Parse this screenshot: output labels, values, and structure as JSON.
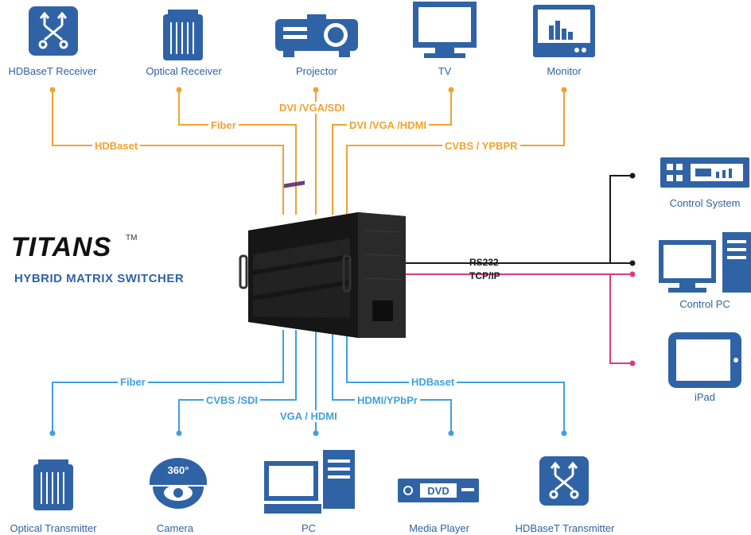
{
  "brand": {
    "name": "TITANS",
    "trademark": "TM",
    "subtitle": "HYBRID  MATRIX SWITCHER"
  },
  "devices_top": [
    {
      "label": "HDBaseT Receiver",
      "icon": "hdbaset-receiver-icon"
    },
    {
      "label": "Optical Receiver",
      "icon": "optical-receiver-icon"
    },
    {
      "label": "Projector",
      "icon": "projector-icon"
    },
    {
      "label": "TV",
      "icon": "tv-icon"
    },
    {
      "label": "Monitor",
      "icon": "monitor-icon"
    }
  ],
  "devices_bottom": [
    {
      "label": "Optical Transmitter",
      "icon": "optical-transmitter-icon"
    },
    {
      "label": "Camera",
      "icon": "camera-icon",
      "badge": "360°"
    },
    {
      "label": "PC",
      "icon": "pc-icon"
    },
    {
      "label": "Media Player",
      "icon": "dvd-player-icon",
      "badge": "DVD"
    },
    {
      "label": "HDBaseT Transmitter",
      "icon": "hdbaset-transmitter-icon"
    }
  ],
  "devices_right": [
    {
      "label": "Control System",
      "icon": "control-system-icon"
    },
    {
      "label": "Control PC",
      "icon": "control-pc-icon"
    },
    {
      "label": "iPad",
      "icon": "ipad-icon"
    }
  ],
  "connections_top": [
    "HDBaset",
    "Fiber",
    "DVI /VGA/SDI",
    "DVI /VGA /HDMI",
    "CVBS / YPBPR"
  ],
  "connections_bottom": [
    "Fiber",
    "CVBS /SDI",
    "VGA / HDMI",
    "HDMI/YPbPr",
    "HDBaset"
  ],
  "connections_right": [
    "RS232",
    "TCP/IP"
  ],
  "colors": {
    "output": "#f0a232",
    "input": "#3fa0df",
    "control_rs232": "#1a1a1a",
    "control_ip": "#d63d84",
    "icon_blue": "#2f63a6"
  }
}
